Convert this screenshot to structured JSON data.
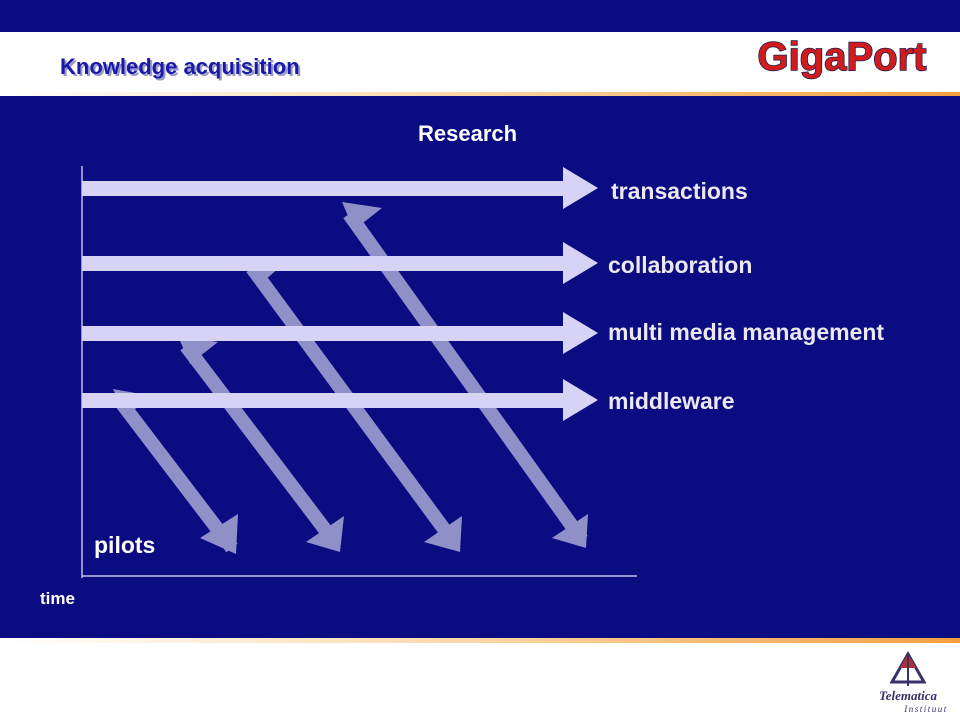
{
  "header": {
    "title": "Knowledge acquisition",
    "logo_text": "GigaPort"
  },
  "diagram": {
    "top_label": "Research",
    "streams": [
      {
        "label": "transactions"
      },
      {
        "label": "collaboration"
      },
      {
        "label": "multi media management"
      },
      {
        "label": "middleware"
      }
    ],
    "bottom_label": "pilots",
    "axis_label": "time",
    "colors": {
      "background": "#0b0b82",
      "stream_arrow": "#d6d3f5",
      "cycle_arrow": "#8f90c8",
      "accent_orange": "#f5a040",
      "logo_red": "#d01c1c"
    }
  },
  "footer": {
    "logo_line1": "Telematica",
    "logo_line2": "Instituut"
  }
}
